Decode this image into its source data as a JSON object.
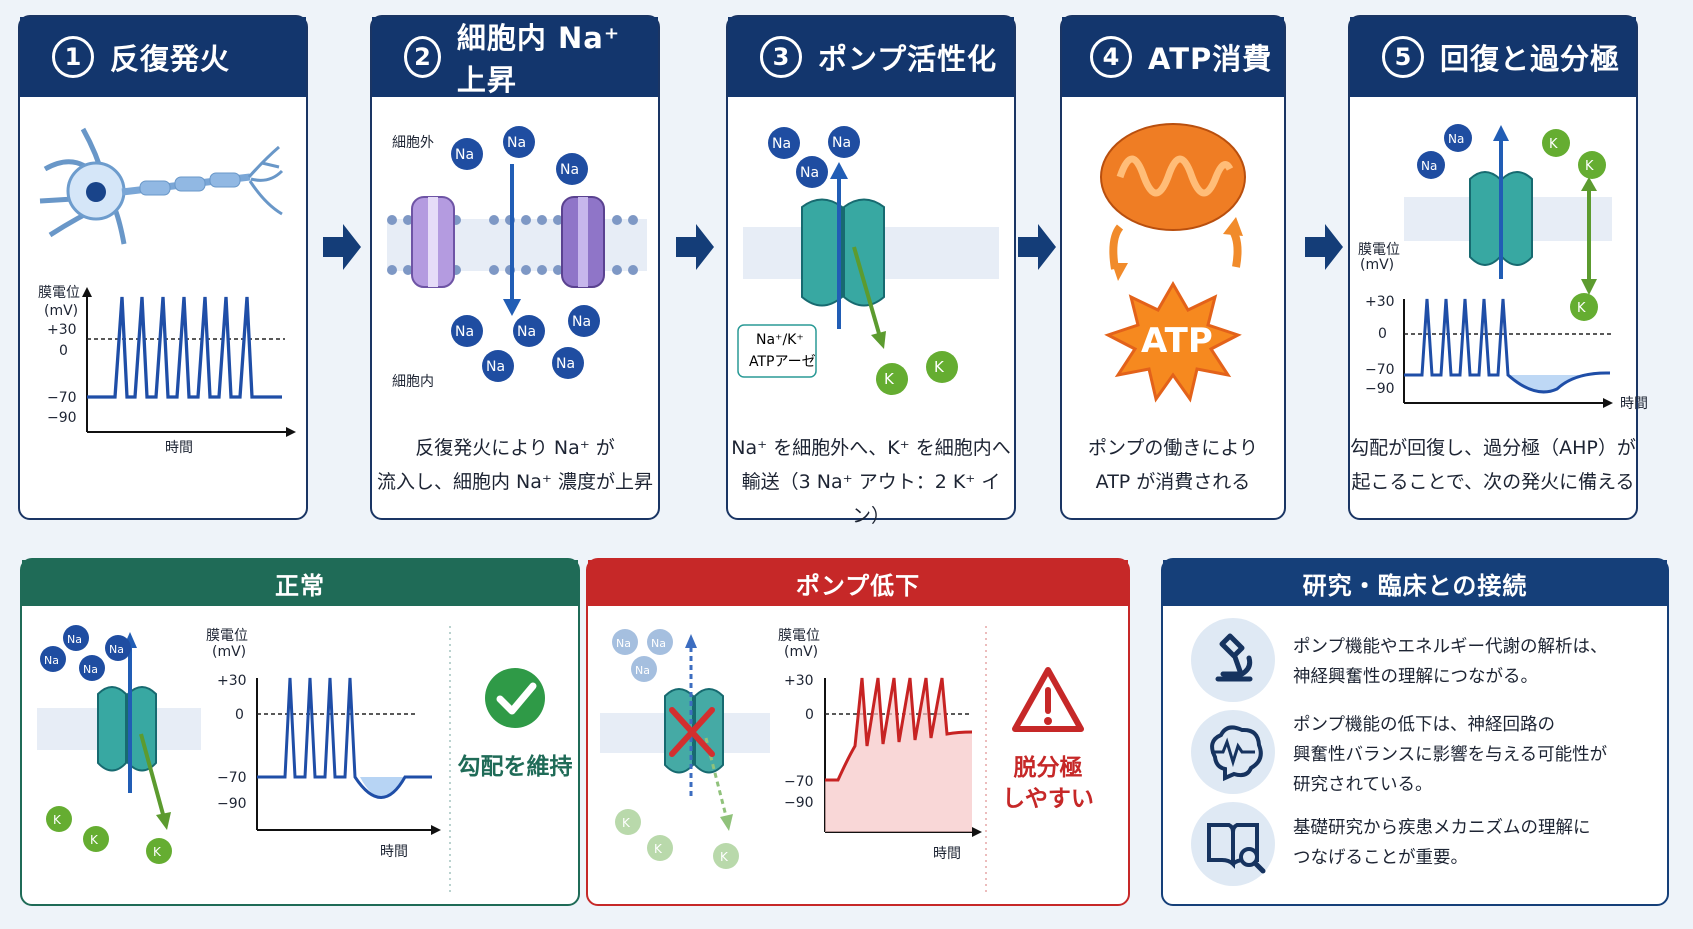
{
  "steps": [
    {
      "num": "1",
      "title": "反復発火",
      "caption": [
        "",
        ""
      ]
    },
    {
      "num": "2",
      "title": "細胞内 Na⁺ 上昇",
      "caption": [
        "反復発火により Na⁺ が",
        "流入し、細胞内 Na⁺ 濃度が上昇"
      ]
    },
    {
      "num": "3",
      "title": "ポンプ活性化",
      "caption": [
        "Na⁺ を細胞外へ、K⁺ を細胞内へ",
        "輸送（3 Na⁺ アウト：2 K⁺ イン）"
      ]
    },
    {
      "num": "4",
      "title": "ATP消費",
      "caption": [
        "ポンプの働きにより",
        "ATP が消費される"
      ]
    },
    {
      "num": "5",
      "title": "回復と過分極",
      "caption": [
        "勾配が回復し、過分極（AHP）が",
        "起こることで、次の発火に備える"
      ]
    }
  ],
  "labels": {
    "membrane_potential": "膜電位",
    "unit": "(mV)",
    "time": "時間",
    "plus30": "+30",
    "zero": "0",
    "minus70": "−70",
    "minus90": "−90",
    "outside": "細胞外",
    "inside": "細胞内",
    "na": "Na",
    "k": "K",
    "pump_name_1": "Na⁺/K⁺",
    "pump_name_2": "ATPアーゼ",
    "atp": "ATP"
  },
  "normal": {
    "title": "正常",
    "status": "勾配を維持",
    "color": "#1f6b57"
  },
  "low": {
    "title": "ポンプ低下",
    "status_1": "脱分極",
    "status_2": "しやすい",
    "color": "#c62828"
  },
  "research": {
    "title": "研究・臨床との接続",
    "items": [
      {
        "icon": "microscope-icon",
        "lines": [
          "ポンプ機能やエネルギー代謝の解析は、",
          "神経興奮性の理解につながる。"
        ]
      },
      {
        "icon": "brain-activity-icon",
        "lines": [
          "ポンプ機能の低下は、神経回路の",
          "興奮性バランスに影響を与える可能性が",
          "研究されている。"
        ]
      },
      {
        "icon": "book-search-icon",
        "lines": [
          "基礎研究から疾患メカニズムの理解に",
          "つなげることが重要。"
        ]
      }
    ]
  },
  "colors": {
    "navy": "#13366d",
    "sodium": "#1f4da1",
    "potassium": "#5c9b2f",
    "pump": "#2a9a96",
    "warning": "#c62828"
  }
}
